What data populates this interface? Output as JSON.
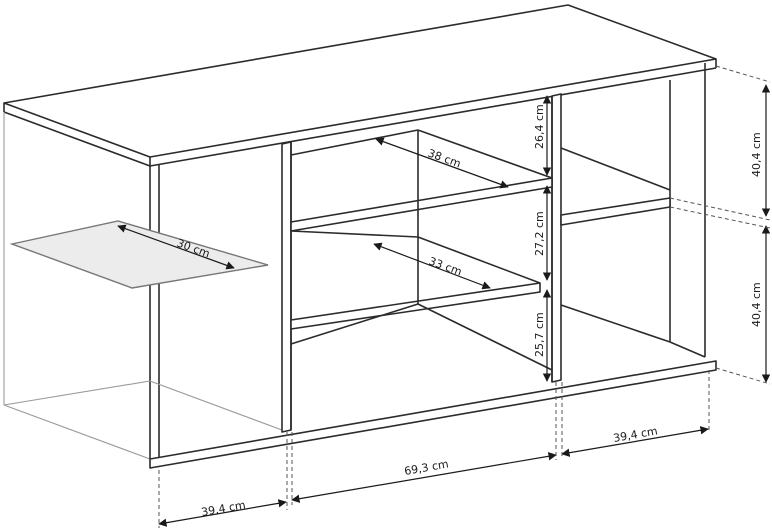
{
  "dimensions": {
    "glass_shelf_depth": "30 cm",
    "upper_shelf_depth": "38 cm",
    "lower_shelf_depth": "33 cm",
    "upper_compartment_height": "26,4 cm",
    "middle_compartment_height": "27,2 cm",
    "lower_compartment_height": "25,7 cm",
    "right_upper_height": "40,4 cm",
    "right_lower_height": "40,4 cm",
    "left_section_width": "39,4 cm",
    "middle_section_width": "69,3 cm",
    "right_section_width": "39,4 cm"
  }
}
